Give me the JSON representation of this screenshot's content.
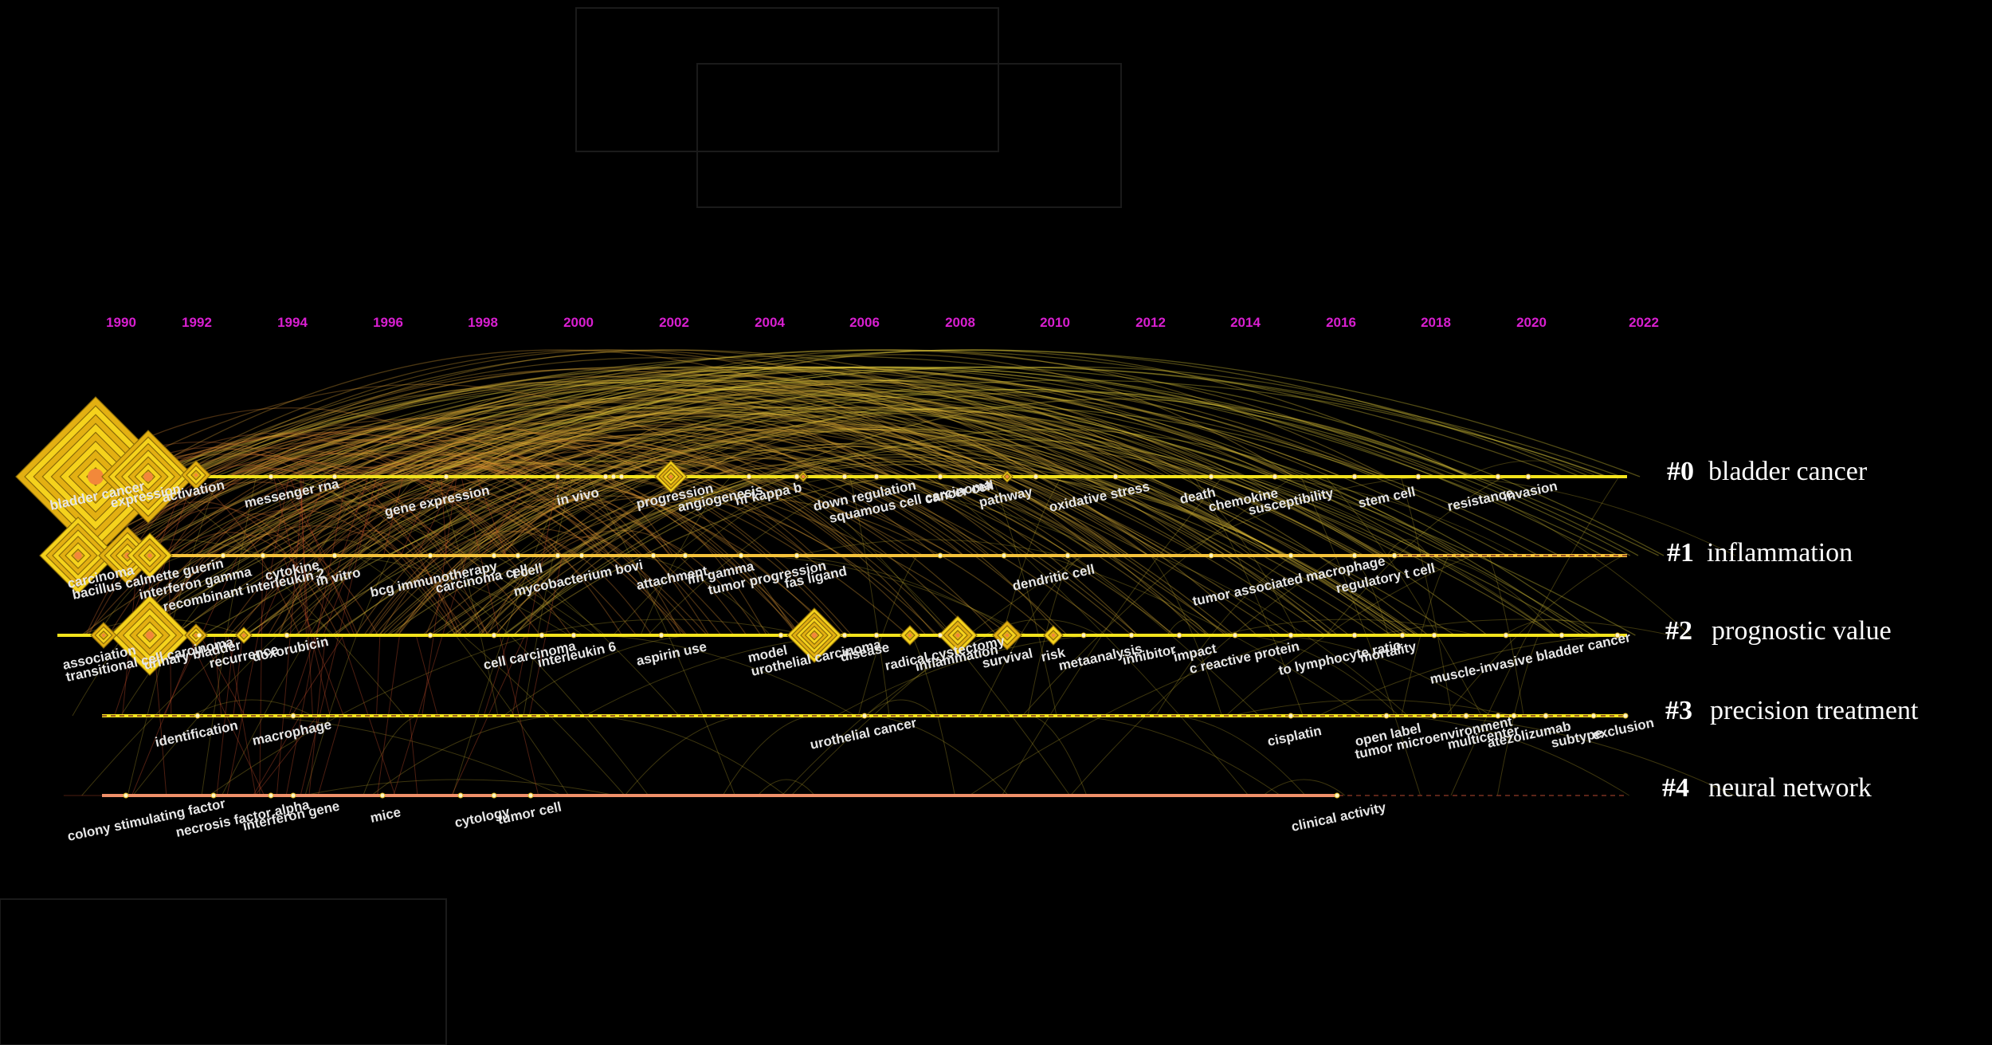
{
  "timeline": {
    "years": [
      "1990",
      "1992",
      "1994",
      "1996",
      "1998",
      "2000",
      "2002",
      "2004",
      "2006",
      "2008",
      "2010",
      "2012",
      "2014",
      "2016",
      "2018",
      "2020",
      "2022"
    ]
  },
  "clusters": [
    {
      "id": "#0",
      "name": "bladder cancer",
      "color": "#f3e31c",
      "keywords": [
        "bladder cancer",
        "expression",
        "activation",
        "messenger rna",
        "gene expression",
        "in vivo",
        "progression",
        "angiogenesis",
        "nf kappa b",
        "down regulation",
        "squamous cell carcinoma",
        "cancer cell",
        "pathway",
        "oxidative stress",
        "death",
        "chemokine",
        "susceptibility",
        "stem cell",
        "resistance",
        "invasion"
      ]
    },
    {
      "id": "#1",
      "name": "inflammation",
      "color": "#f5c23a",
      "keywords": [
        "carcinoma",
        "bacillus calmette guerin",
        "interferon gamma",
        "recombinant interleukin 2",
        "cytokine",
        "in vitro",
        "bcg immunotherapy",
        "carcinoma cell",
        "t cell",
        "mycobacterium bovi",
        "attachment",
        "ifn gamma",
        "tumor progression",
        "fas ligand",
        "dendritic cell",
        "tumor associated macrophage",
        "regulatory t cell"
      ]
    },
    {
      "id": "#2",
      "name": "prognostic value",
      "color": "#f3e31c",
      "keywords": [
        "association",
        "transitional cell carcinoma",
        "urinary bladder",
        "recurrence",
        "doxorubicin",
        "cell carcinoma",
        "interleukin 6",
        "aspirin use",
        "model",
        "urothelial carcinoma",
        "disease",
        "radical cystectomy",
        "inflammation",
        "survival",
        "risk",
        "metaanalysis",
        "inhibitor",
        "impact",
        "c reactive protein",
        "to lymphocyte ratio",
        "mortality",
        "muscle-invasive bladder cancer"
      ]
    },
    {
      "id": "#3",
      "name": "precision treatment",
      "color": "#f3e31c",
      "keywords": [
        "identification",
        "macrophage",
        "urothelial cancer",
        "cisplatin",
        "open label",
        "tumor microenvironment",
        "multicenter",
        "atezolizumab",
        "subtype",
        "exclusion"
      ]
    },
    {
      "id": "#4",
      "name": "neural network",
      "color": "#f0906a",
      "keywords": [
        "colony stimulating factor",
        "necrosis factor alpha",
        "interferon gene",
        "mice",
        "cytology",
        "tumor cell",
        "clinical activity"
      ]
    }
  ],
  "colors": {
    "background": "#000000",
    "year_label": "#d81fd0",
    "link_old": "#c0402a",
    "link_new": "#e8d23a"
  }
}
